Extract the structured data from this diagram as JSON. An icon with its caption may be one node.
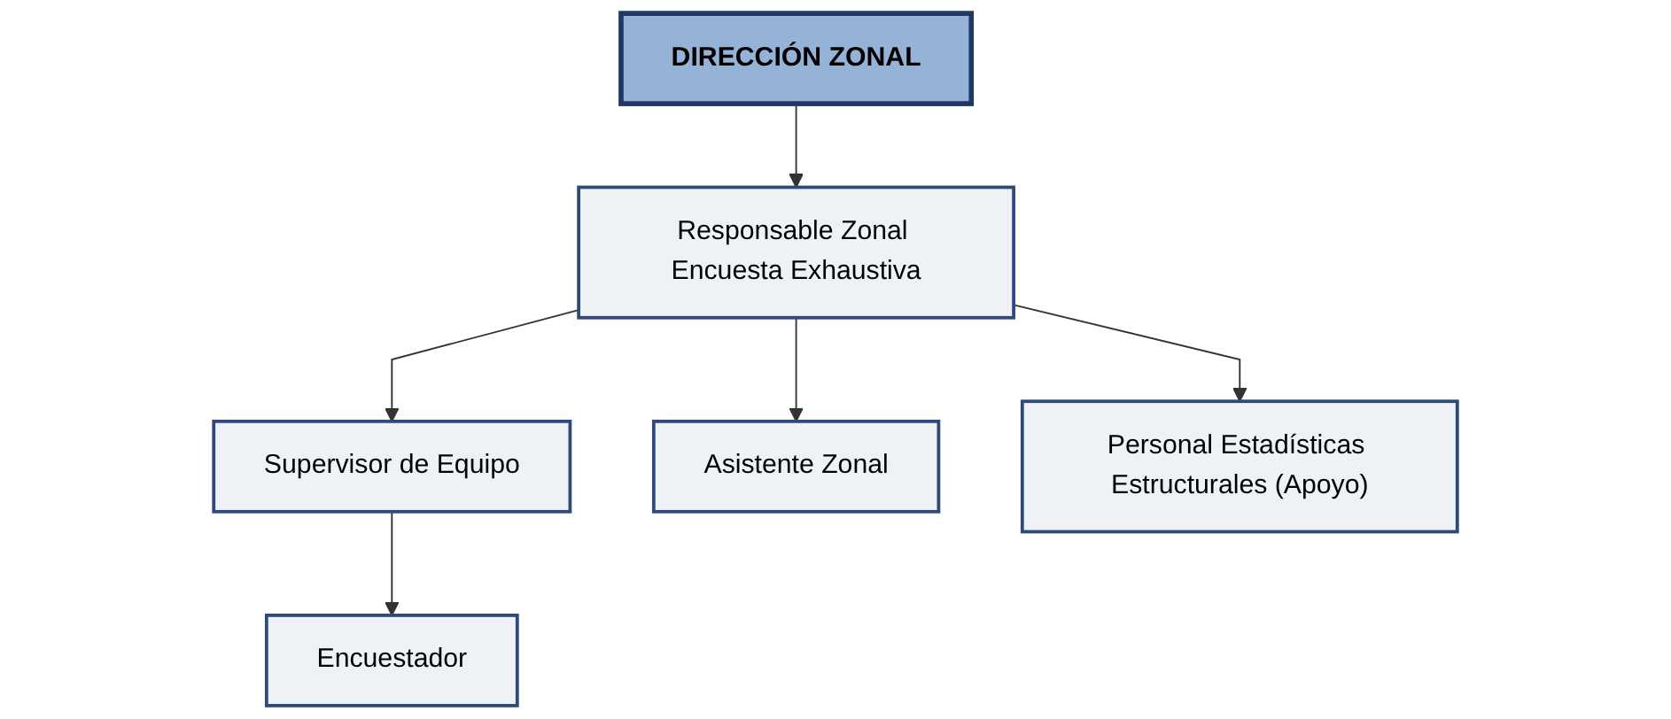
{
  "diagram": {
    "nodes": [
      {
        "text": [
          "DIRECCIÓN ZONAL"
        ]
      },
      {
        "text": [
          "Responsable Zonal Encuesta Exhaustiva"
        ]
      },
      {
        "text": [
          "Supervisor de Equipo"
        ]
      },
      {
        "text": [
          "Asistente Zonal"
        ]
      },
      {
        "text": [
          "Personal Estadísticas Estructurales (Apoyo)"
        ]
      },
      {
        "text": [
          "Encuestador"
        ]
      }
    ],
    "edges": [
      {
        "from": 0,
        "to": 1,
        "arrow": "to"
      },
      {
        "from": 1,
        "to": 2,
        "arrow": "to"
      },
      {
        "from": 1,
        "to": 3,
        "arrow": "to"
      },
      {
        "from": 1,
        "to": 4,
        "arrow": "to"
      },
      {
        "from": 2,
        "to": 5,
        "arrow": "to"
      }
    ]
  }
}
